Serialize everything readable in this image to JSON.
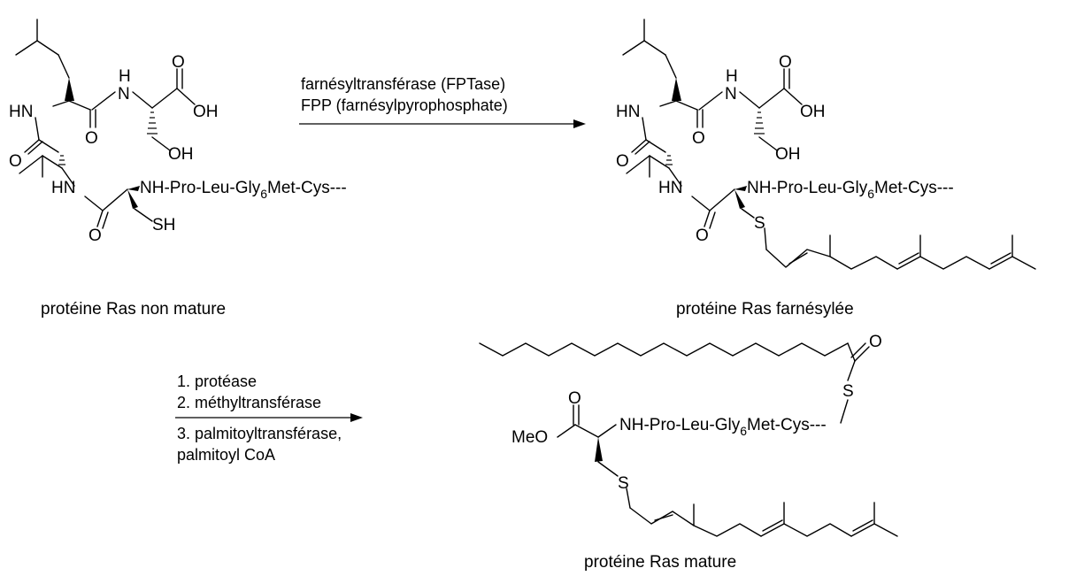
{
  "reaction1": {
    "conditions": [
      "farnésyltransférase (FPTase)",
      "FPP (farnésylpyrophosphate)"
    ]
  },
  "reaction2": {
    "conditions_above": [
      "1. protéase",
      "2. méthyltransférase"
    ],
    "conditions_below": [
      "3. palmitoyltransférase,",
      "palmitoyl CoA"
    ]
  },
  "molecule1": {
    "atoms": {
      "hn1": "HN",
      "h": "H",
      "n": "N",
      "o1": "O",
      "o2": "O",
      "oh1": "OH",
      "oh2": "OH",
      "o3": "O",
      "hn2": "HN",
      "o4": "O",
      "sh": "SH"
    },
    "chain_prefix": "NH-Pro-Leu-Gly",
    "chain_sub": "6",
    "chain_suffix": "Met-Cys---",
    "caption": "protéine Ras non mature"
  },
  "molecule2": {
    "atoms": {
      "hn1": "HN",
      "h": "H",
      "n": "N",
      "o1": "O",
      "o2": "O",
      "oh1": "OH",
      "oh2": "OH",
      "o3": "O",
      "hn2": "HN",
      "o4": "O",
      "s": "S"
    },
    "chain_prefix": "NH-Pro-Leu-Gly",
    "chain_sub": "6",
    "chain_suffix": "Met-Cys---",
    "caption": "protéine Ras farnésylée"
  },
  "molecule3": {
    "atoms": {
      "o_top": "O",
      "s_top": "S",
      "o_ester": "O",
      "meo": "MeO",
      "s": "S"
    },
    "chain_prefix": "NH-Pro-Leu-Gly",
    "chain_sub": "6",
    "chain_suffix": "Met-Cys---",
    "caption": "protéine Ras mature"
  }
}
